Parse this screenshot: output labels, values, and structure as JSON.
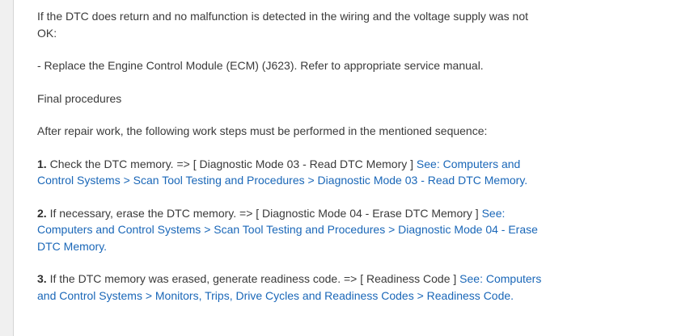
{
  "document": {
    "para_condition": "If the DTC does return and no malfunction is detected in the wiring and the voltage supply was not OK:",
    "bullet_replace": "-  Replace the Engine Control Module (ECM) (J623). Refer to appropriate service manual.",
    "heading_final": "Final procedures",
    "para_sequence": "After repair work, the following work steps must be performed in the mentioned sequence:",
    "steps": [
      {
        "number": "1.",
        "text": " Check the DTC memory. => [ Diagnostic Mode 03 - Read DTC Memory ] ",
        "link": "See: Computers and Control Systems > Scan Tool Testing and Procedures > Diagnostic Mode 03 - Read DTC Memory."
      },
      {
        "number": "2.",
        "text": " If necessary, erase the DTC memory. => [ Diagnostic Mode 04 - Erase DTC Memory ] ",
        "link": "See: Computers and Control Systems > Scan Tool Testing and Procedures > Diagnostic Mode 04 - Erase DTC Memory."
      },
      {
        "number": "3.",
        "text": " If the DTC memory was erased, generate readiness code. => [ Readiness Code ] ",
        "link": "See: Computers and Control Systems > Monitors, Trips, Drive Cycles and Readiness Codes > Readiness Code."
      }
    ]
  },
  "colors": {
    "text": "#3a3a3a",
    "link": "#1a67b8",
    "background": "#ffffff",
    "margin": "#f0f0f0"
  }
}
